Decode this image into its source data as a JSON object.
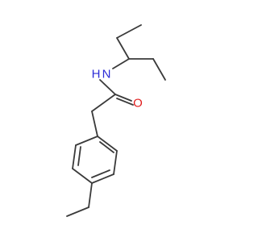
{
  "molecule": {
    "atoms": {
      "nitrogen": {
        "symbol": "N",
        "hydrogen": "H",
        "color": "#2b2bd6"
      },
      "oxygen": {
        "symbol": "O",
        "color": "#e01e1e"
      }
    },
    "bond_color": "#3a3a3a"
  }
}
